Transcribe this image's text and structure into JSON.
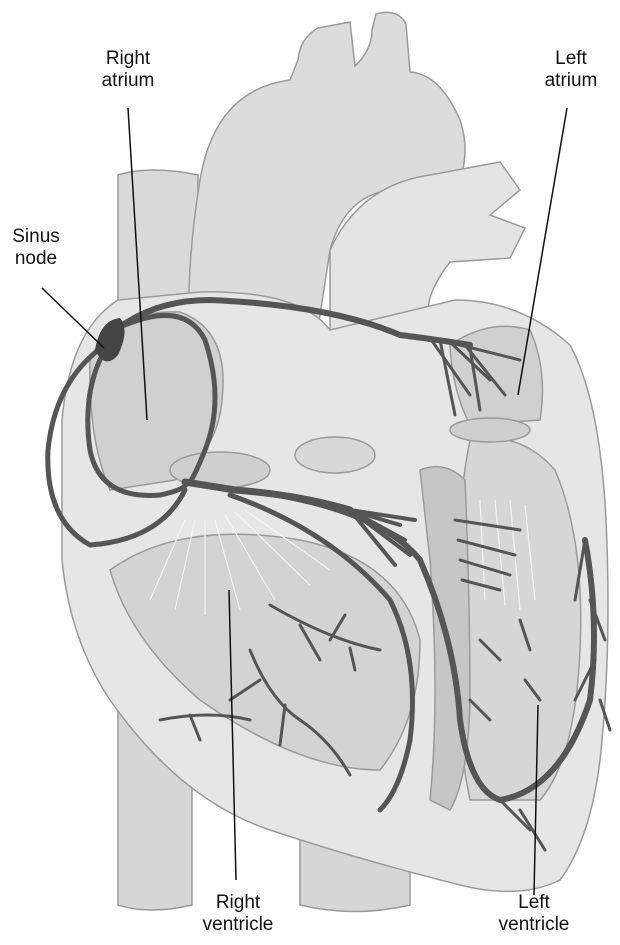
{
  "labels": {
    "right_atrium": [
      "Right",
      "atrium"
    ],
    "left_atrium": [
      "Left",
      "atrium"
    ],
    "sinus_node": [
      "Sinus",
      "node"
    ],
    "right_ventricle": [
      "Right",
      "ventricle"
    ],
    "left_ventricle": [
      "Left",
      "ventricle"
    ]
  },
  "colors": {
    "background": "#ffffff",
    "tissue_light": "#e2e2e2",
    "tissue_mid": "#cfcfcf",
    "tissue_dark": "#b9b9b9",
    "outline": "#9a9a9a",
    "conduction": "#555555",
    "leader": "#111111"
  }
}
